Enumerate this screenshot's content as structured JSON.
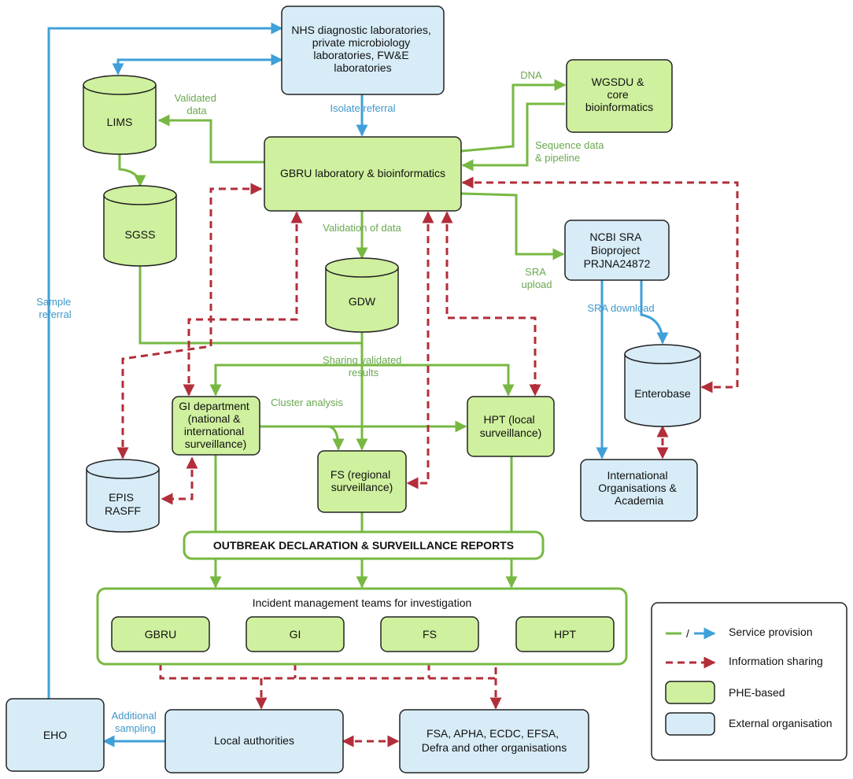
{
  "colors": {
    "phe_fill": "#cff09e",
    "external_fill": "#d7ecf7",
    "node_stroke": "#222222",
    "service_green": "#77b842",
    "service_blue": "#3fa0d9",
    "info_red": "#b32d3a"
  },
  "nodes": {
    "nhs": [
      "NHS diagnostic laboratories,",
      "private microbiology",
      "laboratories, FW&E",
      "laboratories"
    ],
    "lims": "LIMS",
    "sgss": "SGSS",
    "gbru_lab": "GBRU laboratory & bioinformatics",
    "wgsdu": [
      "WGSDU &",
      "core",
      "bioinformatics"
    ],
    "ncbi": [
      "NCBI SRA",
      "Bioproject",
      "PRJNA24872"
    ],
    "gdw": "GDW",
    "enterobase": "Enterobase",
    "gi_department": [
      "GI department",
      "(national &",
      "international",
      "surveillance)"
    ],
    "hpt": [
      "HPT (local",
      "surveillance)"
    ],
    "fs": [
      "FS (regional",
      "surveillance)"
    ],
    "epis": [
      "EPIS",
      "RASFF"
    ],
    "intl": [
      "International",
      "Organisations &",
      "Academia"
    ],
    "outbreak": "OUTBREAK DECLARATION & SURVEILLANCE REPORTS",
    "incident_title": "Incident management teams for investigation",
    "team_gbru": "GBRU",
    "team_gi": "GI",
    "team_fs": "FS",
    "team_hpt": "HPT",
    "eho": "EHO",
    "local_authorities": "Local authorities",
    "fsa": [
      "FSA, APHA, ECDC, EFSA,",
      "Defra and other organisations"
    ]
  },
  "edge_labels": {
    "validated_data": [
      "Validated",
      "data"
    ],
    "isolate_referral": "Isolate referral",
    "dna": "DNA",
    "sequence_data": [
      "Sequence data",
      "& pipeline"
    ],
    "validation_of_data": "Validation of data",
    "sra_upload": [
      "SRA",
      "upload"
    ],
    "sra_download": "SRA download",
    "sample_referral": [
      "Sample",
      "referral"
    ],
    "sharing_validated": [
      "Sharing validated",
      "results"
    ],
    "cluster_analysis": "Cluster analysis",
    "additional_sampling": [
      "Additional",
      "sampling"
    ]
  },
  "legend": {
    "slash": "/",
    "service_provision": "Service provision",
    "information_sharing": "Information sharing",
    "phe_based": "PHE-based",
    "external_organisation": "External organisation"
  }
}
